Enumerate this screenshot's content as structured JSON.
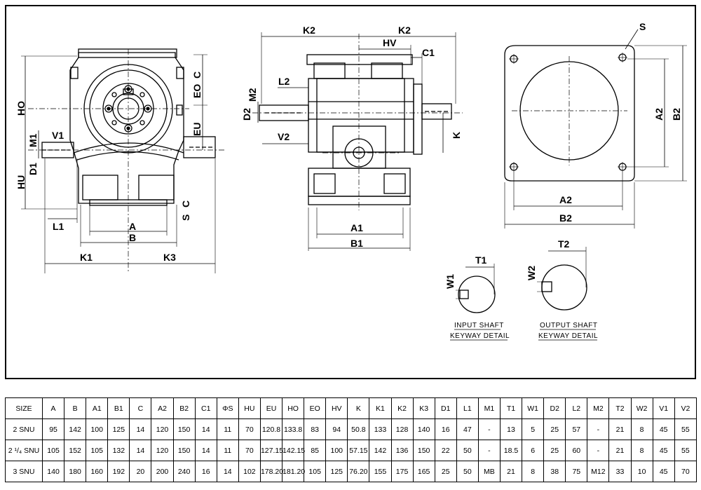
{
  "views": {
    "front": {
      "labels": [
        "HO",
        "EO",
        "C",
        "EU",
        "M1",
        "V1",
        "D1",
        "HU",
        "L1",
        "A",
        "B",
        "K1",
        "K3",
        "S",
        "C"
      ]
    },
    "side": {
      "labels": [
        "K2",
        "K2",
        "HV",
        "C1",
        "L2",
        "M2",
        "D2",
        "V2",
        "K",
        "A1",
        "B1"
      ]
    },
    "flange": {
      "labels": [
        "S",
        "A2",
        "B2",
        "A2",
        "B2"
      ]
    },
    "input_keyway": {
      "labels": [
        "T1",
        "W1"
      ],
      "caption_line1": "INPUT SHAFT",
      "caption_line2": "KEYWAY DETAIL"
    },
    "output_keyway": {
      "labels": [
        "T2",
        "W2"
      ],
      "caption_line1": "OUTPUT SHAFT",
      "caption_line2": "KEYWAY DETAIL"
    }
  },
  "table": {
    "headers": [
      "SIZE",
      "A",
      "B",
      "A1",
      "B1",
      "C",
      "A2",
      "B2",
      "C1",
      "ΦS",
      "HU",
      "EU",
      "HO",
      "EO",
      "HV",
      "K",
      "K1",
      "K2",
      "K3",
      "D1",
      "L1",
      "M1",
      "T1",
      "W1",
      "D2",
      "L2",
      "M2",
      "T2",
      "W2",
      "V1",
      "V2"
    ],
    "rows": [
      [
        "2 SNU",
        "95",
        "142",
        "100",
        "125",
        "14",
        "120",
        "150",
        "14",
        "11",
        "70",
        "120.8",
        "133.8",
        "83",
        "94",
        "50.8",
        "133",
        "128",
        "140",
        "16",
        "47",
        "-",
        "13",
        "5",
        "25",
        "57",
        "-",
        "21",
        "8",
        "45",
        "55"
      ],
      [
        "2 ¹/₄ SNU",
        "105",
        "152",
        "105",
        "132",
        "14",
        "120",
        "150",
        "14",
        "11",
        "70",
        "127.15",
        "142.15",
        "85",
        "100",
        "57.15",
        "142",
        "136",
        "150",
        "22",
        "50",
        "-",
        "18.5",
        "6",
        "25",
        "60",
        "-",
        "21",
        "8",
        "45",
        "55"
      ],
      [
        "3 SNU",
        "140",
        "180",
        "160",
        "192",
        "20",
        "200",
        "240",
        "16",
        "14",
        "102",
        "178.20",
        "181.20",
        "105",
        "125",
        "76.20",
        "155",
        "175",
        "165",
        "25",
        "50",
        "MB",
        "21",
        "8",
        "38",
        "75",
        "M12",
        "33",
        "10",
        "45",
        "70"
      ]
    ]
  }
}
